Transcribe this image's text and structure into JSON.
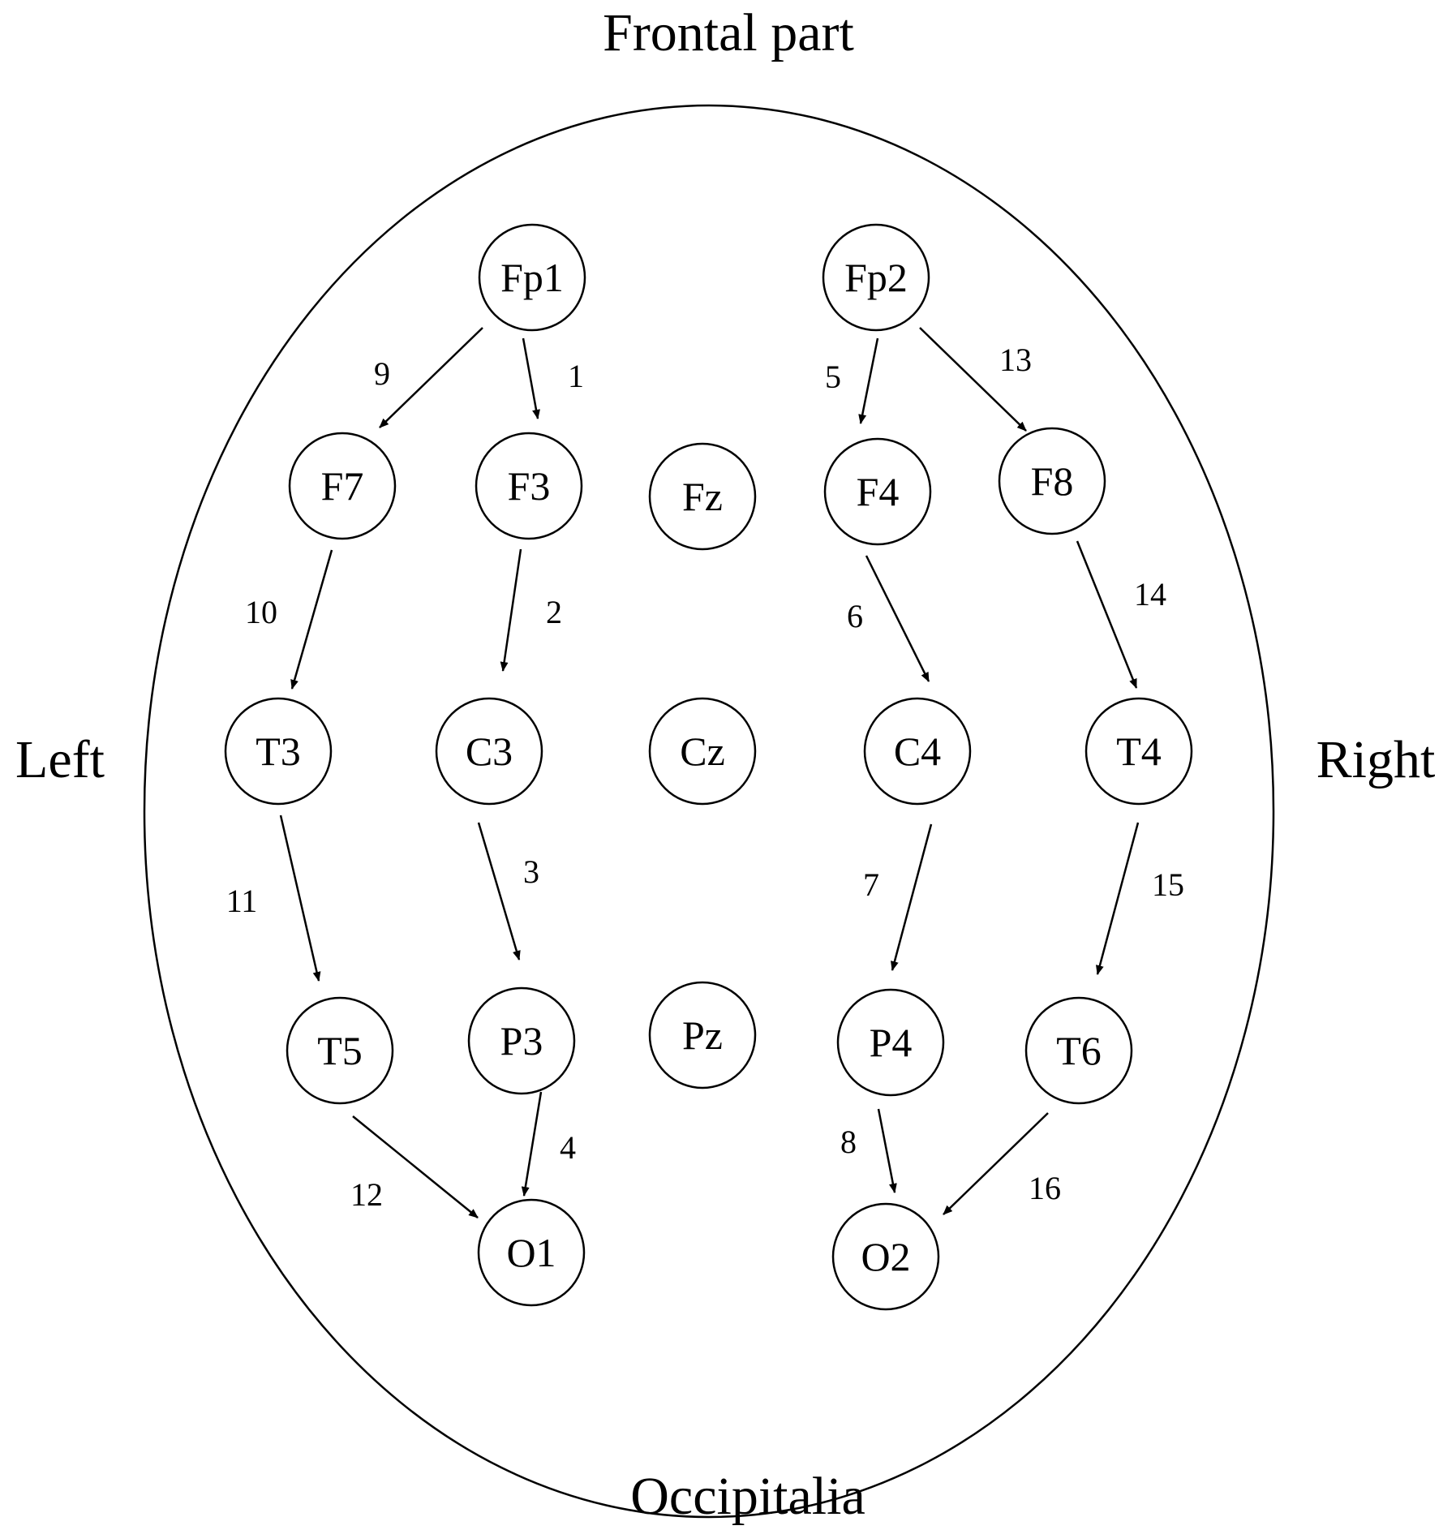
{
  "labels": {
    "top": "Frontal part",
    "bottom": "Occipitalia",
    "left": "Left",
    "right": "Right"
  },
  "electrodes": [
    {
      "id": "Fp1",
      "label": "Fp1"
    },
    {
      "id": "Fp2",
      "label": "Fp2"
    },
    {
      "id": "F7",
      "label": "F7"
    },
    {
      "id": "F3",
      "label": "F3"
    },
    {
      "id": "Fz",
      "label": "Fz"
    },
    {
      "id": "F4",
      "label": "F4"
    },
    {
      "id": "F8",
      "label": "F8"
    },
    {
      "id": "T3",
      "label": "T3"
    },
    {
      "id": "C3",
      "label": "C3"
    },
    {
      "id": "Cz",
      "label": "Cz"
    },
    {
      "id": "C4",
      "label": "C4"
    },
    {
      "id": "T4",
      "label": "T4"
    },
    {
      "id": "T5",
      "label": "T5"
    },
    {
      "id": "P3",
      "label": "P3"
    },
    {
      "id": "Pz",
      "label": "Pz"
    },
    {
      "id": "P4",
      "label": "P4"
    },
    {
      "id": "T6",
      "label": "T6"
    },
    {
      "id": "O1",
      "label": "O1"
    },
    {
      "id": "O2",
      "label": "O2"
    }
  ],
  "connections": [
    {
      "label": "1",
      "from": "Fp1",
      "to": "F3"
    },
    {
      "label": "2",
      "from": "F3",
      "to": "C3"
    },
    {
      "label": "3",
      "from": "C3",
      "to": "P3"
    },
    {
      "label": "4",
      "from": "P3",
      "to": "O1"
    },
    {
      "label": "5",
      "from": "Fp2",
      "to": "F4"
    },
    {
      "label": "6",
      "from": "F4",
      "to": "C4"
    },
    {
      "label": "7",
      "from": "C4",
      "to": "P4"
    },
    {
      "label": "8",
      "from": "P4",
      "to": "O2"
    },
    {
      "label": "9",
      "from": "Fp1",
      "to": "F7"
    },
    {
      "label": "10",
      "from": "F7",
      "to": "T3"
    },
    {
      "label": "11",
      "from": "T3",
      "to": "T5"
    },
    {
      "label": "12",
      "from": "T5",
      "to": "O1"
    },
    {
      "label": "13",
      "from": "Fp2",
      "to": "F8"
    },
    {
      "label": "14",
      "from": "F8",
      "to": "T4"
    },
    {
      "label": "15",
      "from": "T4",
      "to": "T6"
    },
    {
      "label": "16",
      "from": "T6",
      "to": "O2"
    }
  ]
}
